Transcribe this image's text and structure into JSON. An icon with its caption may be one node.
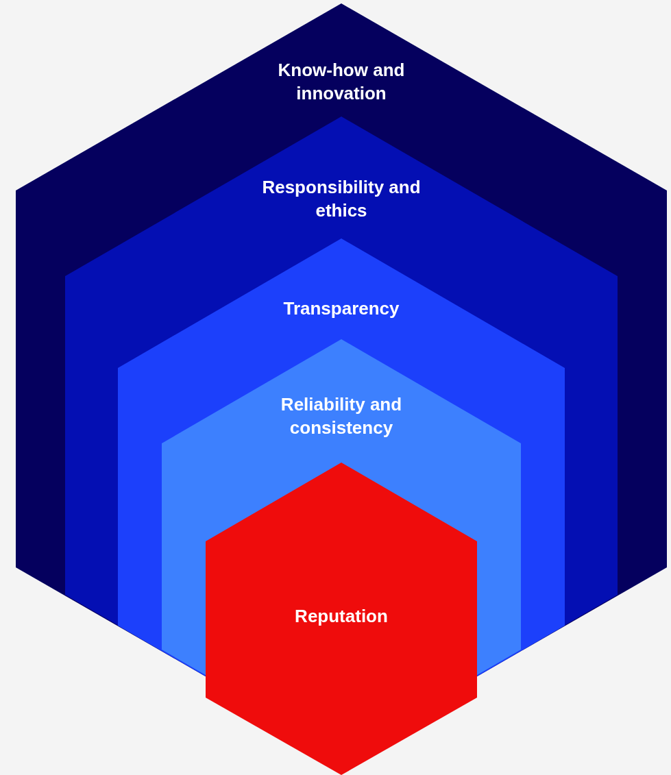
{
  "diagram": {
    "nodes": [
      {
        "text": [
          "Know-how and innovation"
        ]
      },
      {
        "text": [
          "Responsibility and ethics"
        ],
        "in": 0
      },
      {
        "text": [
          "Transparency"
        ],
        "in": 1
      },
      {
        "text": [
          "Reliability and consistency"
        ],
        "in": 2
      },
      {
        "text": [
          "Reputation"
        ]
      }
    ]
  }
}
